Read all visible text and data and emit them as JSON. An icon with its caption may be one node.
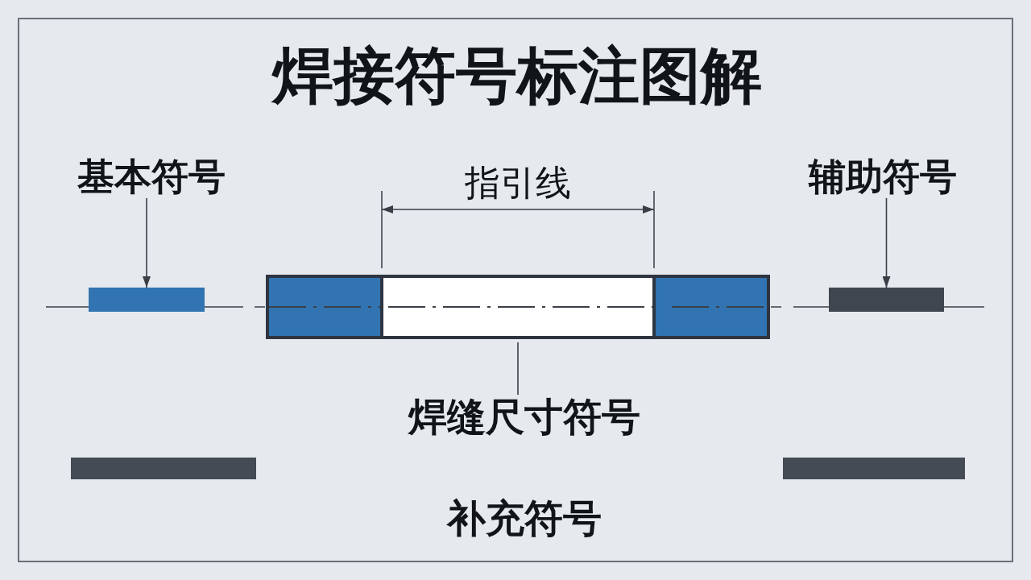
{
  "diagram": {
    "title": "焊接符号标注图解",
    "nodes": [
      {
        "text": [
          "基本符号"
        ]
      },
      {
        "text": [
          "辅助符号"
        ]
      },
      {
        "text": [],
        "shape": "bar"
      },
      {
        "text": [],
        "shape": "box"
      },
      {
        "text": [],
        "shape": "box",
        "in": 3
      },
      {
        "text": [],
        "shape": "box",
        "in": 3
      },
      {
        "text": [],
        "shape": "box",
        "in": 3
      },
      {
        "text": [],
        "shape": "bar"
      },
      {
        "text": [
          "焊缝尺寸符号"
        ]
      },
      {
        "text": [],
        "shape": "bar"
      },
      {
        "text": [],
        "shape": "bar"
      }
    ],
    "edges": [
      {
        "from": 0,
        "to": 2,
        "arrow": "to"
      },
      {
        "from": 1,
        "to": 7,
        "arrow": "to"
      },
      {
        "from": 8,
        "to": 5,
        "arrow": "none"
      }
    ],
    "labels": [
      "指引线",
      "补充符号"
    ]
  }
}
